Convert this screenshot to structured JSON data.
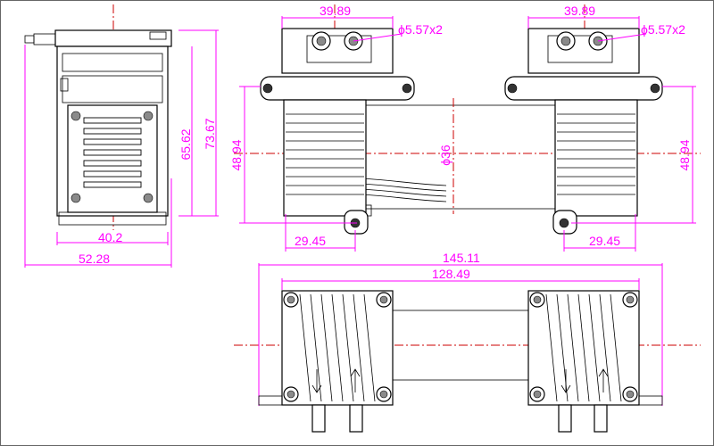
{
  "dimensions": {
    "side_depth": "40.2",
    "side_total_depth": "52.28",
    "side_height": "65.62",
    "side_total_height": "73.67",
    "front_height_left": "48.94",
    "front_height_right": "48.94",
    "head_width_left": "39.89",
    "head_width_right": "39.89",
    "port_left": "ϕ5.57x2",
    "port_right": "ϕ5.57x2",
    "cylinder_dia": "ϕ36",
    "offset_left": "29.45",
    "offset_right": "29.45",
    "overall_length": "145.11",
    "mount_length": "128.49"
  }
}
